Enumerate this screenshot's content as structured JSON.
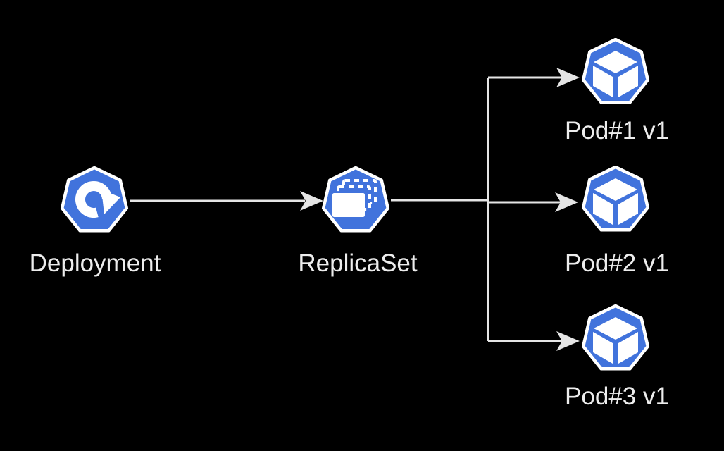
{
  "colors": {
    "background": "#000000",
    "kubernetes_blue": "#4173DC",
    "icon_border": "#FFFFFF",
    "glyph": "#FFFFFF",
    "connector_gray": "#E5E5E5",
    "label_gray": "#EDEDED"
  },
  "nodes": {
    "deployment": {
      "label": "Deployment",
      "icon": "kubernetes-deployment-icon"
    },
    "replicaset": {
      "label": "ReplicaSet",
      "icon": "kubernetes-replicaset-icon"
    },
    "pod1": {
      "label": "Pod#1 v1",
      "icon": "kubernetes-pod-icon"
    },
    "pod2": {
      "label": "Pod#2 v1",
      "icon": "kubernetes-pod-icon"
    },
    "pod3": {
      "label": "Pod#3 v1",
      "icon": "kubernetes-pod-icon"
    }
  },
  "edges": [
    {
      "from": "Deployment",
      "to": "ReplicaSet"
    },
    {
      "from": "ReplicaSet",
      "to": "Pod#1 v1"
    },
    {
      "from": "ReplicaSet",
      "to": "Pod#2 v1"
    },
    {
      "from": "ReplicaSet",
      "to": "Pod#3 v1"
    }
  ]
}
